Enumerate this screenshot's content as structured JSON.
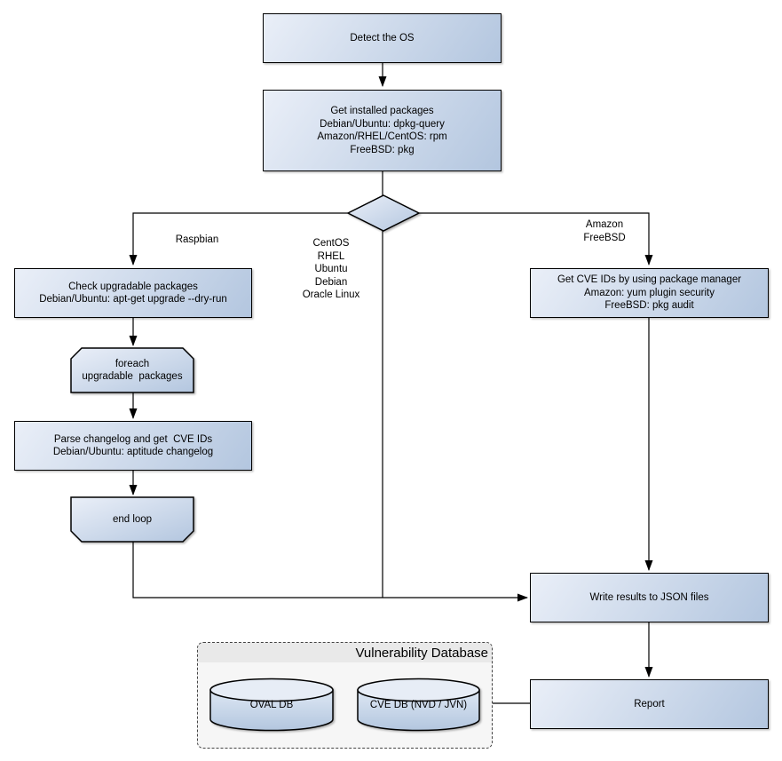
{
  "colors": {
    "node_fill_light": "#eaeff8",
    "node_fill_dark": "#b3c6df",
    "node_border": "#000000",
    "connector": "#000000",
    "container_fill": "#f6f6f6",
    "container_header_fill": "#e9e9e9"
  },
  "nodes": {
    "detect_os": {
      "lines": [
        "Detect the OS"
      ]
    },
    "get_installed_packages": {
      "lines": [
        "Get installed packages",
        "Debian/Ubuntu: dpkg-query",
        "Amazon/RHEL/CentOS: rpm",
        "FreeBSD: pkg"
      ]
    },
    "check_upgradable": {
      "lines": [
        "Check upgradable packages",
        "Debian/Ubuntu: apt-get upgrade --dry-run"
      ]
    },
    "foreach_loop_start": {
      "lines": [
        "foreach",
        "upgradable  packages"
      ]
    },
    "parse_changelog": {
      "lines": [
        "Parse changelog and get  CVE IDs",
        "Debian/Ubuntu: aptitude changelog"
      ]
    },
    "end_loop": {
      "lines": [
        "end loop"
      ]
    },
    "get_cve_ids": {
      "lines": [
        "Get CVE IDs by using package manager",
        "Amazon: yum plugin security",
        "FreeBSD: pkg audit"
      ]
    },
    "write_results": {
      "lines": [
        "Write results to JSON files"
      ]
    },
    "report": {
      "lines": [
        "Report"
      ]
    }
  },
  "branch_labels": {
    "raspbian": [
      "Raspbian"
    ],
    "centos_group": [
      "CentOS",
      "RHEL",
      "Ubuntu",
      "Debian",
      "Oracle Linux"
    ],
    "amazon_group": [
      "Amazon",
      "FreeBSD"
    ]
  },
  "database": {
    "title": "Vulnerability Database",
    "cylinders": [
      "OVAL DB",
      "CVE DB (NVD / JVN)"
    ]
  }
}
